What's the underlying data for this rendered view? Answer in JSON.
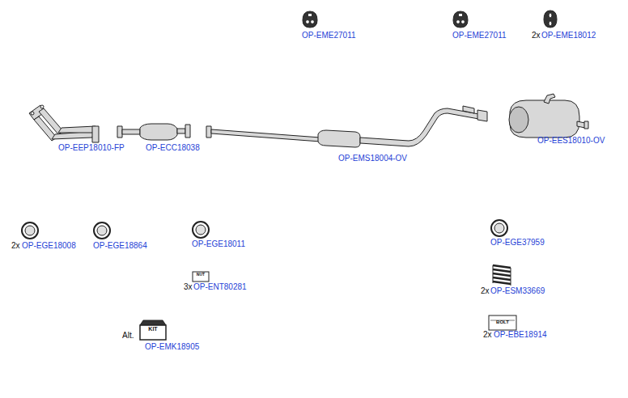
{
  "diagram": {
    "labels": [
      "OP-EME27011",
      "OP-EME27011",
      "2x",
      "OP-EME18012",
      "OP-EEP18010-FP",
      "OP-ECC18038",
      "OP-EMS18004-OV",
      "OP-EES18010-OV",
      "2x",
      "OP-EGE18008",
      "OP-EGE18864",
      "OP-EGE18011",
      "OP-EGE37959",
      "NUT",
      "3x",
      "OP-ENT80281",
      "2x",
      "OP-ESM33669",
      "BOLT",
      "2x",
      "OP-EBE18914",
      "Alt.",
      "KIT",
      "OP-EMK18905"
    ]
  }
}
